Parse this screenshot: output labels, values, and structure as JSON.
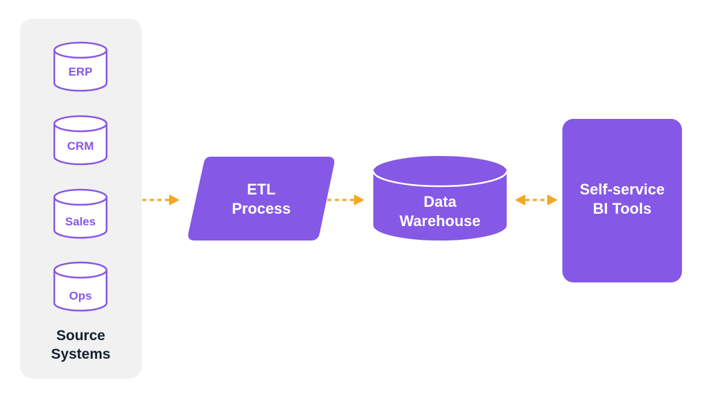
{
  "colors": {
    "accent_purple": "#8658e6",
    "arrow_orange": "#f5a623",
    "panel_gray": "#f1f1f2",
    "label_dark": "#14222e"
  },
  "source_systems": {
    "title_line1": "Source",
    "title_line2": "Systems",
    "items": [
      {
        "label": "ERP"
      },
      {
        "label": "CRM"
      },
      {
        "label": "Sales"
      },
      {
        "label": "Ops"
      }
    ]
  },
  "etl": {
    "line1": "ETL",
    "line2": "Process"
  },
  "warehouse": {
    "line1": "Data",
    "line2": "Warehouse"
  },
  "bi_tools": {
    "line1": "Self-service",
    "line2": "BI Tools"
  }
}
